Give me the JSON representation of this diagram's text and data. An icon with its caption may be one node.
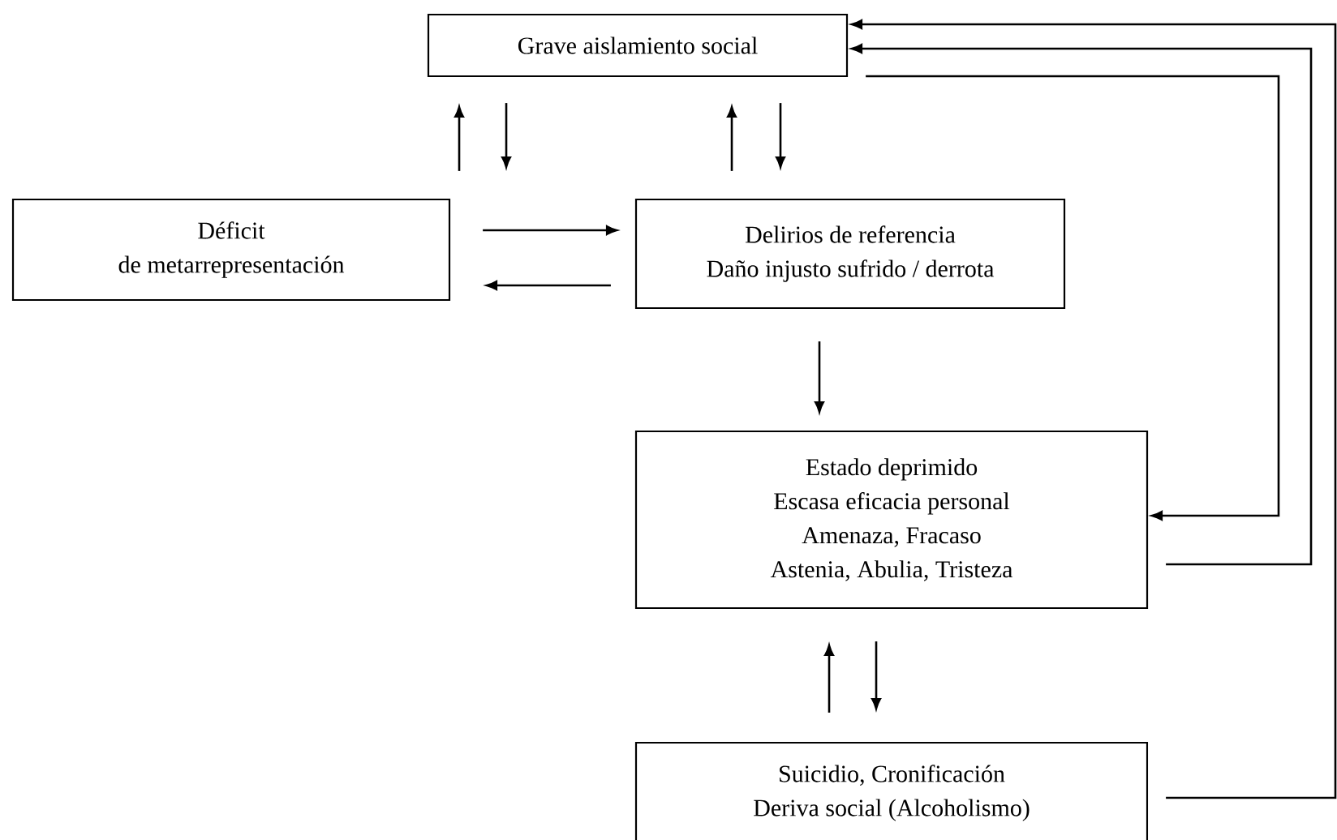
{
  "diagram": {
    "nodes": [
      {
        "text": [
          "Grave aislamiento social"
        ]
      },
      {
        "text": [
          "Déficit",
          "de metarrepresentación"
        ]
      },
      {
        "text": [
          "Delirios de referencia",
          "Daño injusto sufrido / derrota"
        ]
      },
      {
        "text": [
          "Estado deprimido",
          "Escasa eficacia personal",
          "Amenaza, Fracaso",
          "Astenia, Abulia, Tristeza"
        ]
      },
      {
        "text": [
          "Suicidio, Cronificación",
          "Deriva social (Alcoholismo)"
        ]
      }
    ],
    "edges": [
      {
        "from": 1,
        "to": 0,
        "arrow": "to"
      },
      {
        "from": 0,
        "to": 1,
        "arrow": "to"
      },
      {
        "from": 2,
        "to": 0,
        "arrow": "to"
      },
      {
        "from": 0,
        "to": 2,
        "arrow": "to"
      },
      {
        "from": 1,
        "to": 2,
        "arrow": "to"
      },
      {
        "from": 2,
        "to": 1,
        "arrow": "to"
      },
      {
        "from": 2,
        "to": 3,
        "arrow": "to"
      },
      {
        "from": 4,
        "to": 3,
        "arrow": "to"
      },
      {
        "from": 3,
        "to": 4,
        "arrow": "to"
      },
      {
        "from": 0,
        "to": 3,
        "arrow": "to"
      },
      {
        "from": 3,
        "to": 0,
        "arrow": "to"
      },
      {
        "from": 4,
        "to": 0,
        "arrow": "to"
      }
    ]
  }
}
